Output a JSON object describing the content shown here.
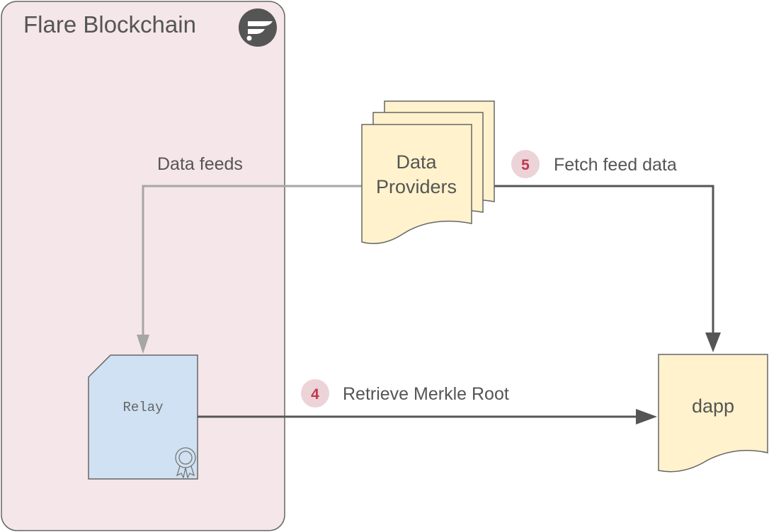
{
  "container": {
    "title": "Flare Blockchain",
    "logo_icon": "flare-logo-icon"
  },
  "nodes": {
    "data_providers": {
      "line1": "Data",
      "line2": "Providers"
    },
    "relay": {
      "label": "Relay",
      "badge_icon": "certificate-ribbon-icon"
    },
    "dapp": {
      "label": "dapp"
    }
  },
  "edges": {
    "data_feeds": {
      "label": "Data feeds"
    },
    "fetch_feed_data": {
      "step": "5",
      "label": "Fetch feed data"
    },
    "retrieve_merkle_root": {
      "step": "4",
      "label": "Retrieve Merkle Root"
    }
  },
  "colors": {
    "container_fill": "#f5e6e9",
    "container_stroke": "#666666",
    "document_fill": "#fff2cc",
    "relay_fill": "#cfe1f2",
    "arrow_dark": "#555555",
    "arrow_light": "#a6a6a6",
    "badge_fill": "#ecd3d8",
    "badge_text": "#c0384f"
  }
}
